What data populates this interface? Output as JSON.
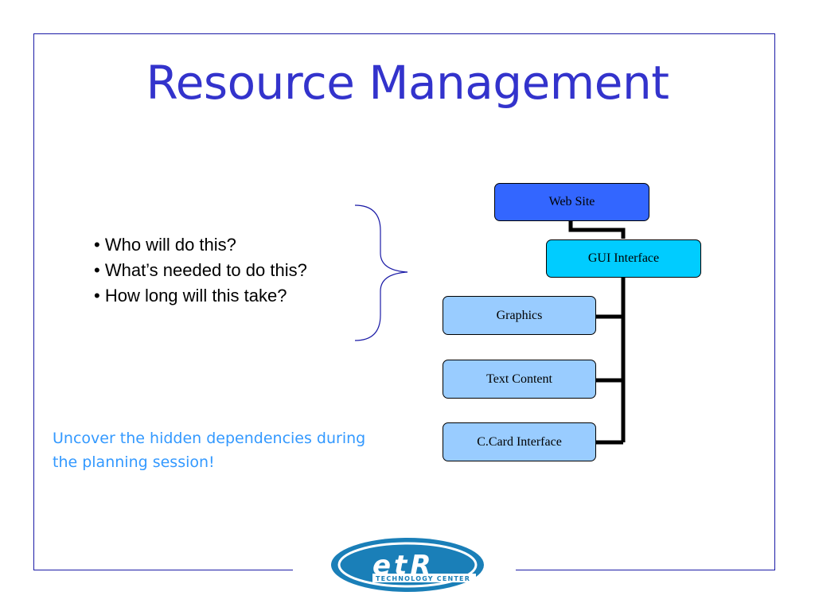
{
  "slide": {
    "title": "Resource Management",
    "bullets": [
      "Who will do this?",
      "What’s needed to do this?",
      "How long will this take?"
    ],
    "note": "Uncover the hidden dependencies during the planning session!"
  },
  "org_chart": {
    "root": "Web Site",
    "manager": "GUI Interface",
    "children": [
      "Graphics",
      "Text Content",
      "C.Card Interface"
    ]
  },
  "colors": {
    "title": "#3333cc",
    "note": "#3399ff",
    "frame": "#1a1aa6",
    "root_node": "#3366ff",
    "manager_node": "#00ccff",
    "child_node": "#99ccff",
    "logo": "#1a7fb8"
  },
  "logo": {
    "letters": "etR",
    "subtitle": "TECHNOLOGY CENTER"
  }
}
